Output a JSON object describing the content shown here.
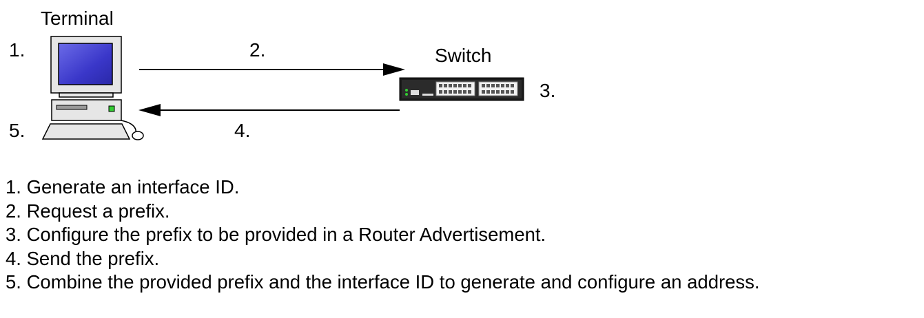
{
  "diagram": {
    "nodes": {
      "terminal": {
        "label": "Terminal"
      },
      "switch": {
        "label": "Switch"
      }
    },
    "markers": {
      "m1": "1.",
      "m2": "2.",
      "m3": "3.",
      "m4": "4.",
      "m5": "5."
    },
    "steps": [
      "1. Generate an interface ID.",
      "2. Request a prefix.",
      "3. Configure the prefix to be provided in a Router Advertisement.",
      "4. Send the prefix.",
      "5. Combine the provided prefix and the interface ID to generate and configure an address."
    ],
    "colors": {
      "screen": "#3a37c9",
      "device": "#e6e6e6",
      "switch_body": "#1a1a1a"
    }
  }
}
